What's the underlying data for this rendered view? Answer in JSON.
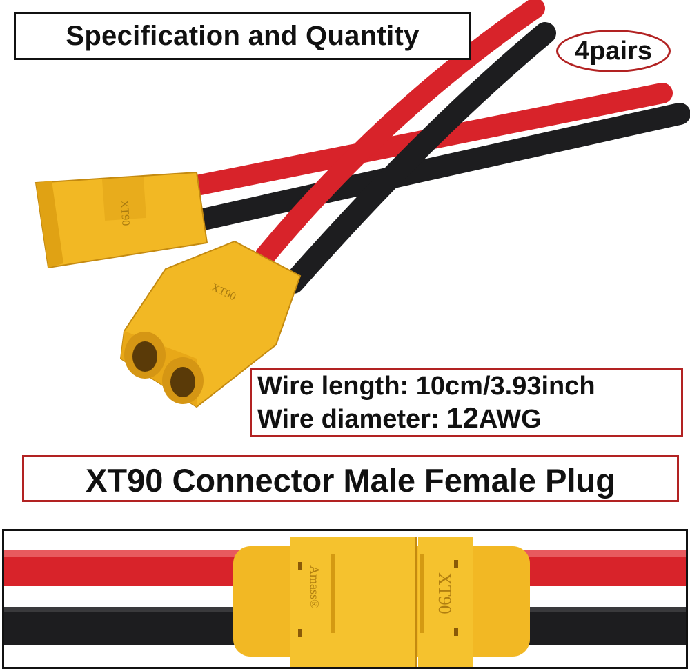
{
  "title": "Specification and Quantity",
  "quantity_badge": "4pairs",
  "spec": {
    "length_line": "Wire length: 10cm/3.93inch",
    "diameter_label": "Wire diameter:",
    "diameter_value": "12",
    "diameter_unit": "AWG"
  },
  "product_name": "XT90 Connector Male Female Plug",
  "connector_marks": {
    "model": "XT90",
    "brand": "Amass®"
  },
  "colors": {
    "red_wire": "#d8232a",
    "black_wire": "#1d1d1f",
    "connector": "#f2b824",
    "box_border": "#b22222"
  }
}
